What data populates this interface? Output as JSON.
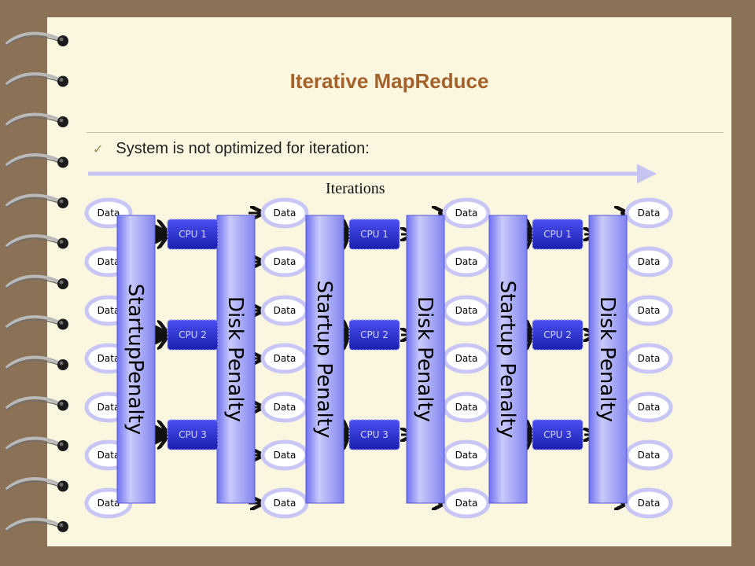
{
  "title": "Iterative MapReduce",
  "bullet": "System is not optimized for iteration:",
  "iterations_label": "Iterations",
  "data_label": "Data",
  "cpu_labels": [
    "CPU 1",
    "CPU 2",
    "CPU 3"
  ],
  "penalties": [
    "StartupPenalty",
    "Disk Penalty",
    "Startup Penalty",
    "Disk Penalty",
    "Startup Penalty",
    "Disk Penalty"
  ],
  "colors": {
    "title": "#a4622a",
    "penalty_fill": "#8d8ff4",
    "cpu_fill": "#2a2fd0",
    "data_ring": "#c7c6f5",
    "arrow": "#c5c4f3"
  }
}
